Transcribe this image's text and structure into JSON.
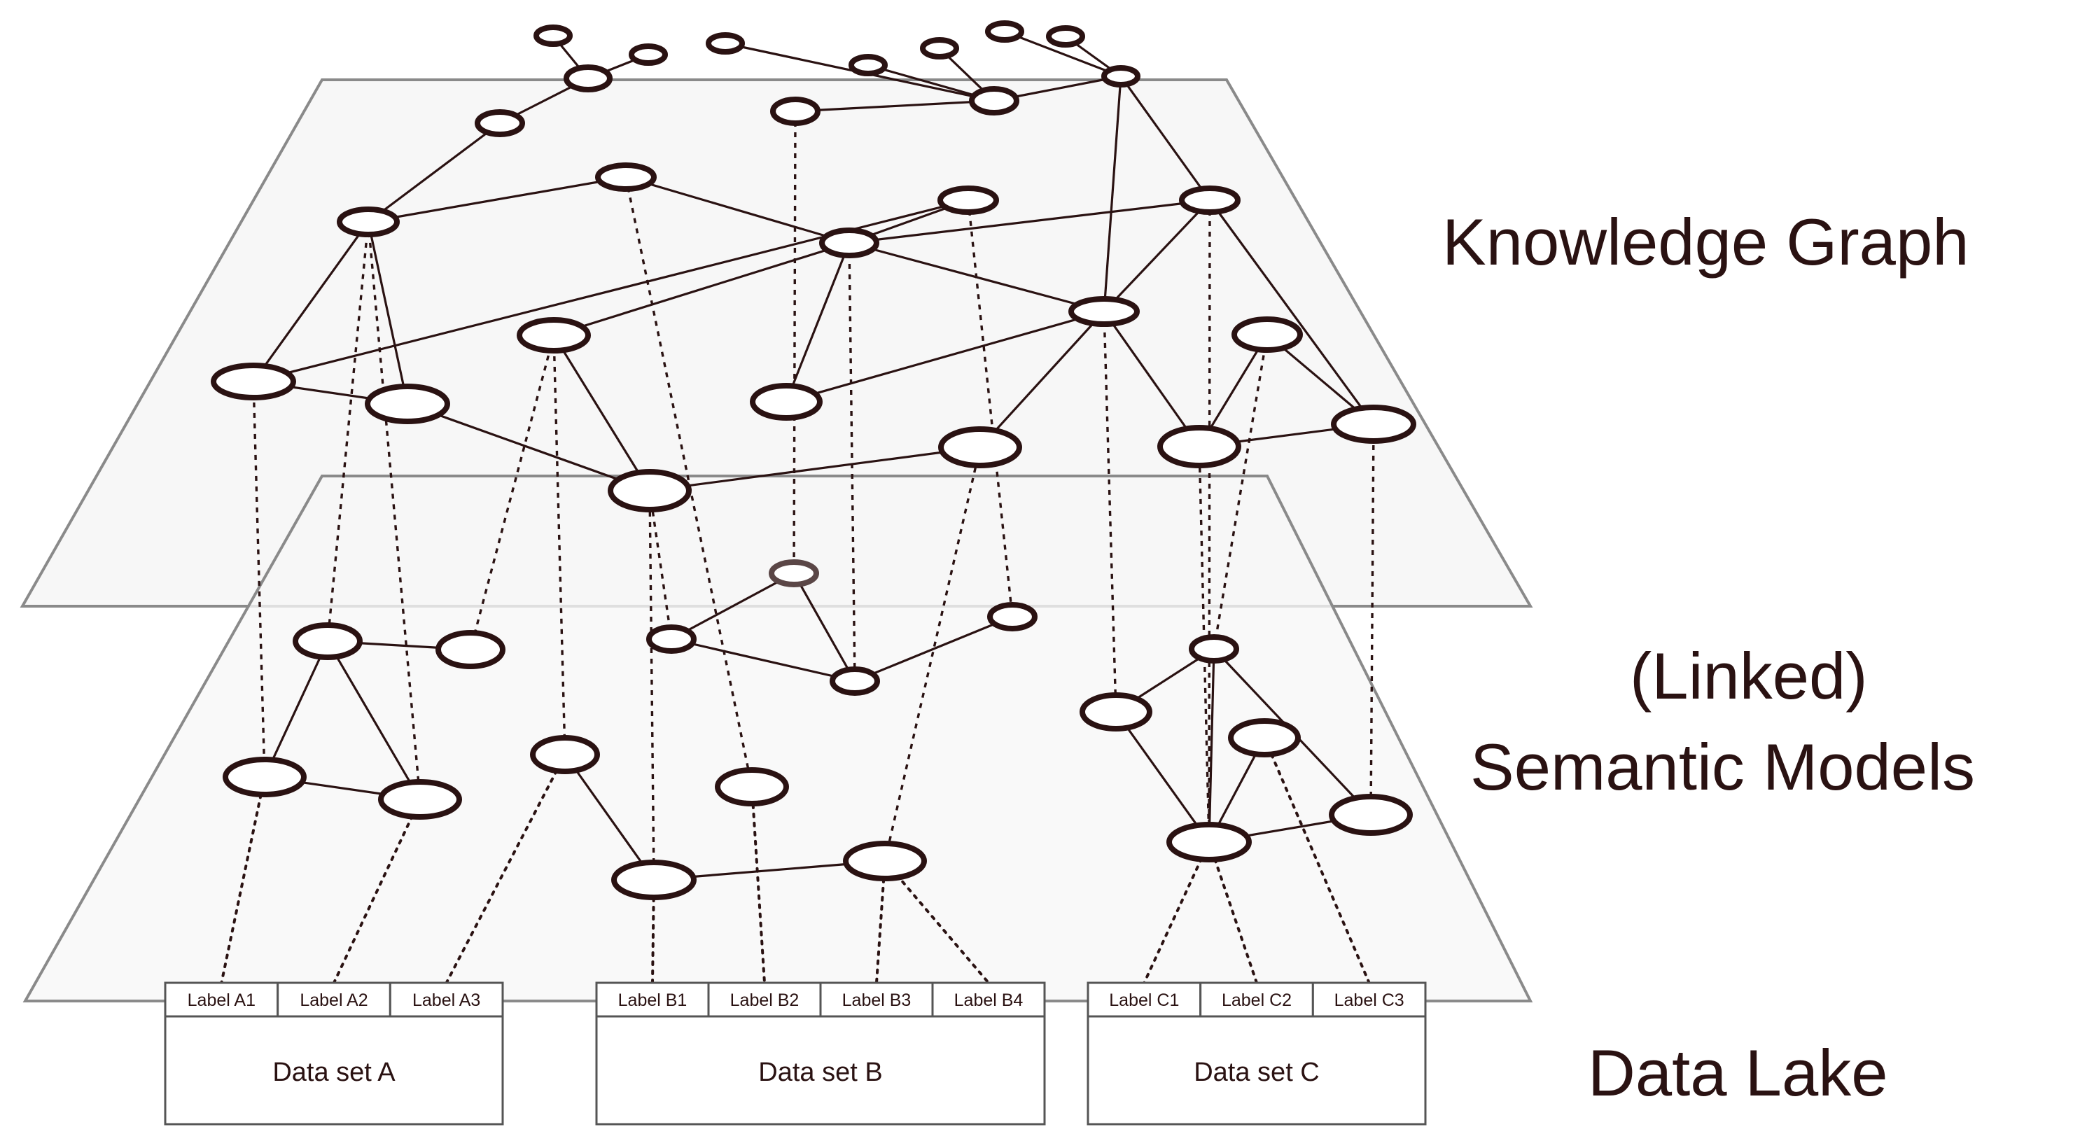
{
  "labels": {
    "knowledge_graph": "Knowledge Graph",
    "linked": "(Linked)",
    "semantic_models": "Semantic Models",
    "data_lake": "Data Lake"
  },
  "datasets": [
    {
      "name": "Data set A",
      "columns": [
        "Label A1",
        "Label A2",
        "Label A3"
      ]
    },
    {
      "name": "Data set B",
      "columns": [
        "Label B1",
        "Label B2",
        "Label B3",
        "Label B4"
      ]
    },
    {
      "name": "Data set C",
      "columns": [
        "Label C1",
        "Label C2",
        "Label C3"
      ]
    }
  ],
  "colors": {
    "ink": "#2a1212",
    "plane_fill": "#f7f7f7",
    "plane_stroke": "#8a8a8a"
  }
}
